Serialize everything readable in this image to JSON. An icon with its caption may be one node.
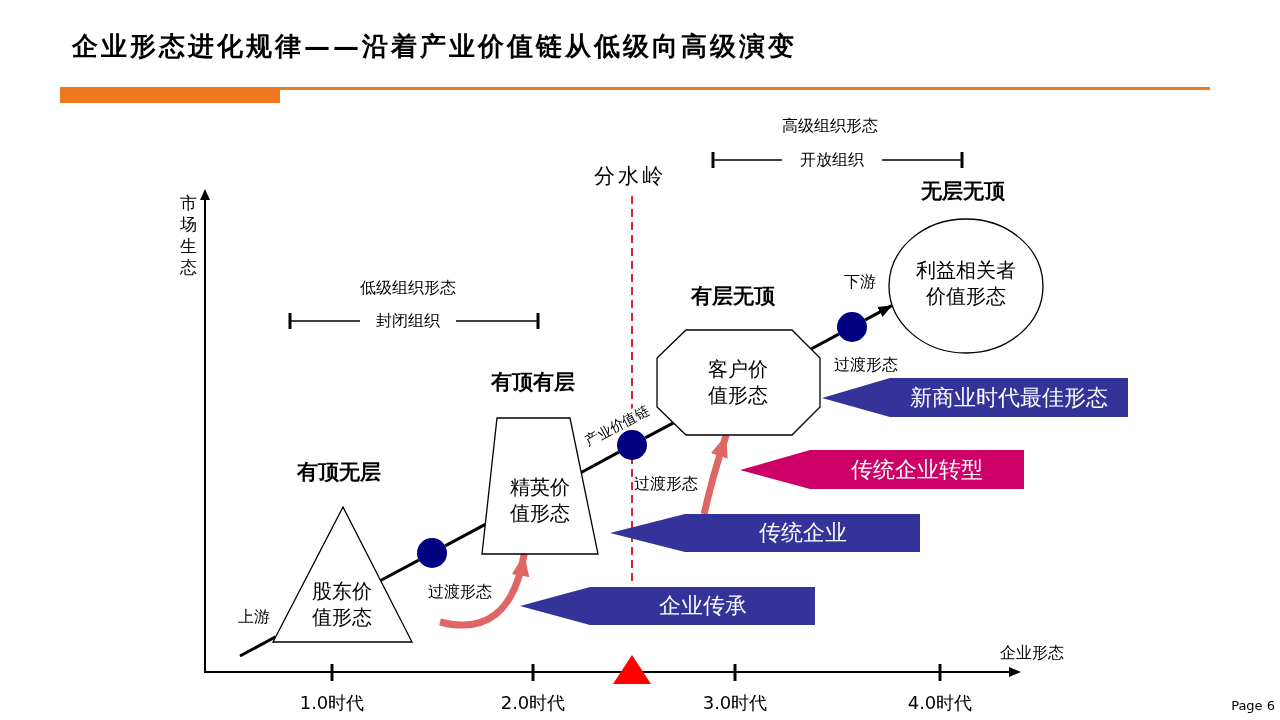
{
  "diagram": {
    "title": "企业形态进化规律——沿着产业价值链从低级向高级演变",
    "nodes": [
      {
        "text": [
          "有顶无层",
          "股东价值形态"
        ]
      },
      {
        "text": [],
        "shape": "circle",
        "beside": [
          "过渡形态"
        ]
      },
      {
        "text": [
          "有顶有层",
          "精英价值形态"
        ]
      },
      {
        "text": [],
        "shape": "circle",
        "beside": [
          "过渡形态"
        ]
      },
      {
        "text": [
          "有层无顶",
          "客户价值形态"
        ]
      },
      {
        "text": [],
        "shape": "circle"
      },
      {
        "text": [
          "无层无顶",
          "利益相关者价值形态"
        ]
      },
      {
        "text": [
          "新商业时代最佳形态"
        ]
      },
      {
        "text": [
          "传统企业转型"
        ]
      },
      {
        "text": [
          "传统企业"
        ]
      },
      {
        "text": [
          "企业传承"
        ]
      }
    ],
    "edges": [
      {
        "from": null,
        "to": 0,
        "arrow": "none"
      },
      {
        "from": 0,
        "to": 1,
        "arrow": "none"
      },
      {
        "from": 1,
        "to": 2,
        "arrow": "none"
      },
      {
        "from": 2,
        "to": 3,
        "arrow": "none"
      },
      {
        "from": 3,
        "to": 4,
        "arrow": "none"
      },
      {
        "from": 4,
        "to": 5,
        "arrow": "none"
      },
      {
        "from": 5,
        "to": 6,
        "arrow": "to"
      },
      {
        "from": null,
        "to": 2,
        "arrow": "to",
        "style": "thick",
        "color": "#e06666"
      },
      {
        "from": 9,
        "to": 4,
        "arrow": "to",
        "style": "thick",
        "color": "#e06666"
      }
    ],
    "labels": [
      "高级组织形态",
      "开放组织",
      "分水岭",
      "市场生态",
      "低级组织形态",
      "下游",
      "封闭组织",
      "过渡形态",
      "产业价值链",
      "上游",
      "企业形态",
      "1.0时代",
      "2.0时代",
      "3.0时代",
      "4.0时代",
      "Page 6"
    ]
  }
}
